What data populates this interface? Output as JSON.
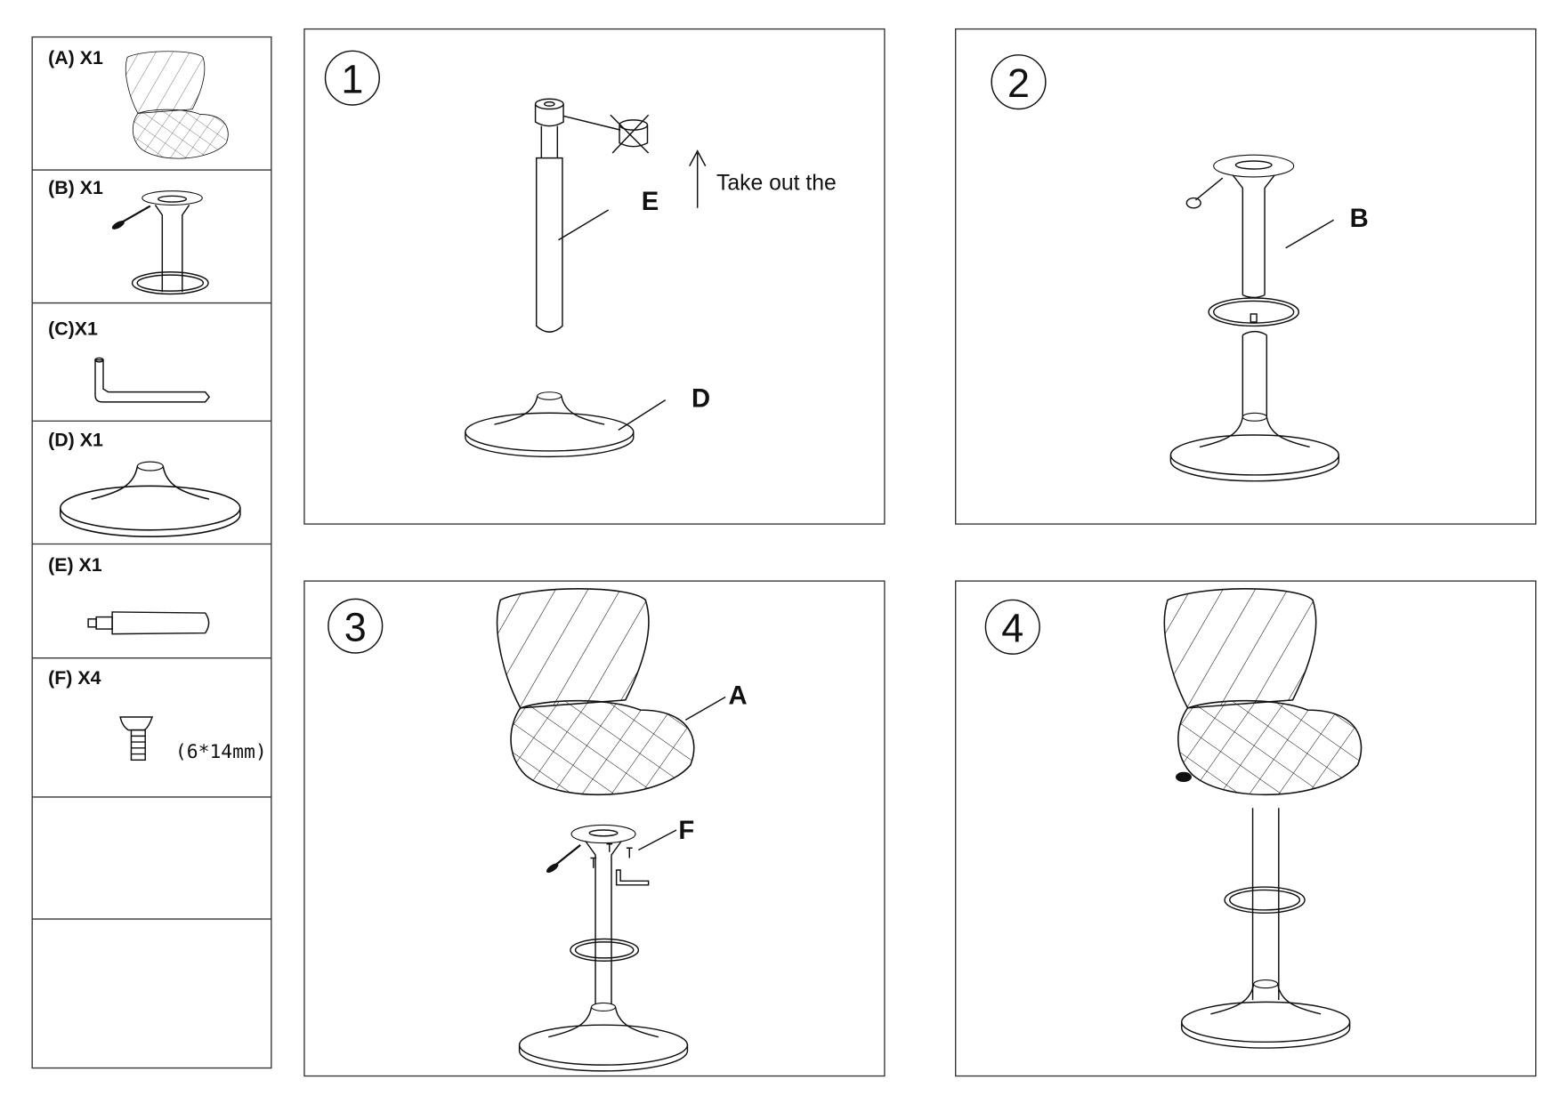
{
  "parts": [
    {
      "label": "(A) X1",
      "name": "seat"
    },
    {
      "label": "(B) X1",
      "name": "gas-lift-with-footrest"
    },
    {
      "label": "(C)X1",
      "name": "allen-key"
    },
    {
      "label": "(D) X1",
      "name": "base"
    },
    {
      "label": "(E) X1",
      "name": "gas-cylinder"
    },
    {
      "label": "(F) X4",
      "name": "screw",
      "size": "(6*14mm)"
    }
  ],
  "steps": [
    {
      "number": "1",
      "callouts": [
        "E",
        "D"
      ],
      "note": "Take out the"
    },
    {
      "number": "2",
      "callouts": [
        "B"
      ]
    },
    {
      "number": "3",
      "callouts": [
        "A",
        "F"
      ]
    },
    {
      "number": "4",
      "callouts": []
    }
  ]
}
